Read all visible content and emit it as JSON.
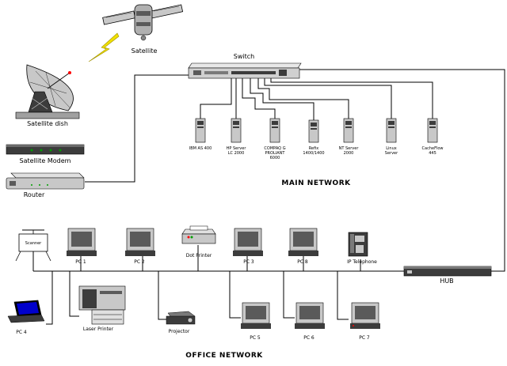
{
  "main_section_title": "MAIN NETWORK",
  "office_section_title": "OFFICE NETWORK",
  "uplink": {
    "satellite": "Satellite",
    "satellite_dish": "Satellite dish",
    "satellite_modem": "Satellite Modem",
    "router": "Router"
  },
  "switch_label": "Switch",
  "hub_label": "HUB",
  "servers": [
    {
      "icon": "tower-server-icon",
      "label": "IBM AS 400"
    },
    {
      "icon": "tower-server-icon",
      "label": "HP Server\nLC 2000"
    },
    {
      "icon": "tower-server-icon",
      "label": "COMPAQ G\nPROLIANT\n6000"
    },
    {
      "icon": "tower-server-icon",
      "label": "Refix\n1400/1400"
    },
    {
      "icon": "tower-server-icon",
      "label": "NT Server\n2000"
    },
    {
      "icon": "tower-server-icon",
      "label": "Linux\nServer"
    },
    {
      "icon": "tower-server-icon",
      "label": "CacheFlow\n445"
    }
  ],
  "office_devices": {
    "scanner": "Scanner",
    "pc1": "PC 1",
    "pc2": "PC 2",
    "dot_printer": "Dot Printer",
    "pc3": "PC 3",
    "pc8": "PC 8",
    "ip_telephone": "IP Telephone",
    "pc4": "PC 4",
    "laser_printer": "Laser Printer",
    "projector": "Projector",
    "pc5": "PC 5",
    "pc6": "PC 6",
    "pc7": "PC 7"
  },
  "colors": {
    "line": "#000000",
    "device_body": "#c8c8c8",
    "device_dark": "#3c3c3c",
    "screen": "#5a5a5a",
    "lightning": "#f0e000",
    "accent_red": "#ff0000",
    "accent_green": "#00a000"
  }
}
